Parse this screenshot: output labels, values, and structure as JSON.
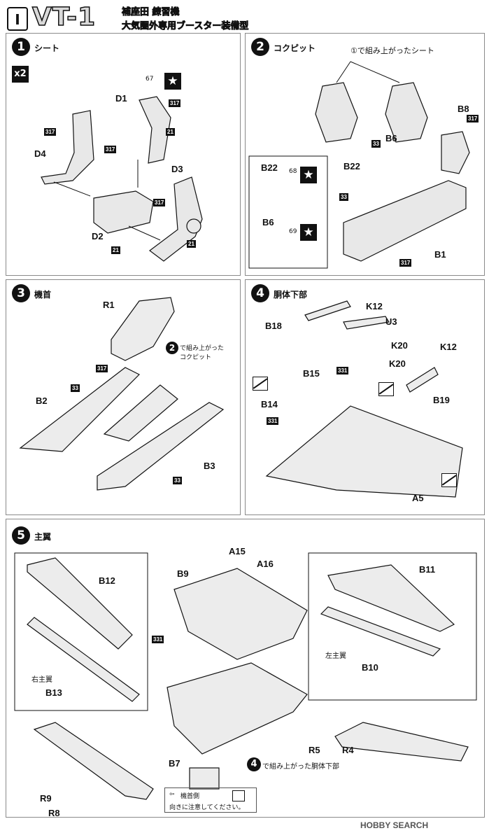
{
  "header": {
    "logo_number": "Ⅰ",
    "title": "VT-1",
    "subtitle_1": "補座田 練習機",
    "subtitle_2": "大気圏外専用ブースター装備型"
  },
  "steps": [
    {
      "number": "1",
      "title": "シート"
    },
    {
      "number": "2",
      "title": "コクピット"
    },
    {
      "number": "3",
      "title": "機首"
    },
    {
      "number": "4",
      "title": "胴体下部"
    },
    {
      "number": "5",
      "title": "主翼"
    }
  ],
  "step1": {
    "multiplier": "x2",
    "parts": [
      "D1",
      "D4",
      "D2",
      "D3"
    ],
    "paint": [
      "317",
      "21",
      "317",
      "21",
      "317",
      "21",
      "317"
    ],
    "small_num": "67",
    "star": "★"
  },
  "step2": {
    "callout": "①で組み上がったシート",
    "parts": [
      "B8",
      "B6",
      "B22",
      "B1"
    ],
    "inset": {
      "parts": [
        "B22",
        "B6"
      ],
      "nums": [
        "68",
        "69"
      ]
    },
    "paint": [
      "317",
      "33",
      "33",
      "317"
    ],
    "star": "★"
  },
  "step3": {
    "callout_1": "で組み上がった",
    "callout_2": "コクピット",
    "callout_num": "2",
    "parts": [
      "R1",
      "B2",
      "B3"
    ],
    "paint": [
      "317",
      "33",
      "33"
    ]
  },
  "step4": {
    "parts": [
      "K12",
      "U3",
      "B18",
      "K20",
      "K20",
      "K12",
      "B15",
      "B14",
      "B19",
      "A5"
    ],
    "paint": [
      "331",
      "331"
    ]
  },
  "step5": {
    "parts": [
      "A15",
      "A16",
      "B9",
      "B12",
      "B11",
      "B13",
      "B10",
      "B7",
      "R5",
      "R4",
      "R9",
      "R8"
    ],
    "labels": {
      "right_wing": "右主翼",
      "left_wing": "左主翼"
    },
    "callout": "で組み上がった胴体下部",
    "callout_num": "4",
    "paint": [
      "331"
    ]
  },
  "footer": {
    "note_1": "機首側",
    "note_2": "向きに注意してください。"
  },
  "watermark": "HOBBY SEARCH"
}
